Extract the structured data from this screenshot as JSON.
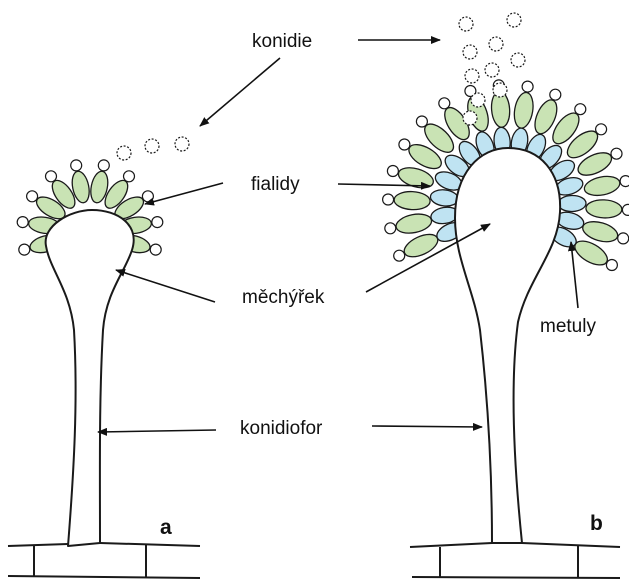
{
  "labels": {
    "konidie": "konidie",
    "fialidy": "fialidy",
    "mechyrek": "měchýřek",
    "metuly": "metuly",
    "konidiofor": "konidiofor"
  },
  "panels": {
    "a": "a",
    "b": "b"
  },
  "colors": {
    "phialide_fill": "#c9e3b4",
    "metula_fill": "#bfe3f2",
    "outline": "#1a1a1a"
  },
  "icons": {
    "conidium": "spiky-spore-icon",
    "arrow": "arrow-icon"
  }
}
